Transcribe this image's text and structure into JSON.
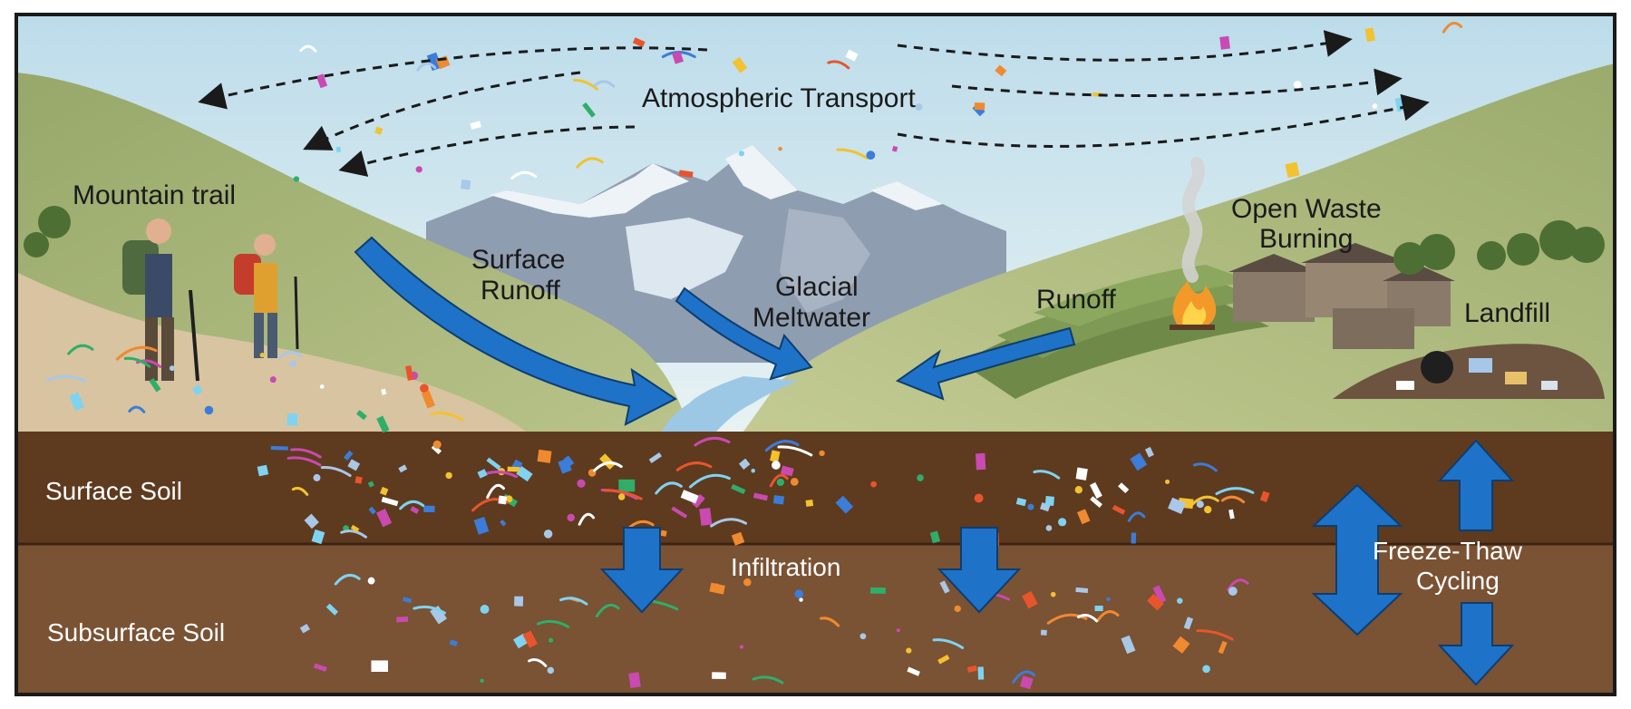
{
  "diagram": {
    "labels": {
      "atmospheric_transport": "Atmospheric Transport",
      "mountain_trail": "Mountain trail",
      "surface_runoff_1": "Surface",
      "surface_runoff_2": "Runoff",
      "glacial_meltwater_1": "Glacial",
      "glacial_meltwater_2": "Meltwater",
      "runoff": "Runoff",
      "open_waste_burning_1": "Open Waste",
      "open_waste_burning_2": "Burning",
      "landfill": "Landfill",
      "surface_soil": "Surface Soil",
      "subsurface_soil": "Subsurface Soil",
      "infiltration": "Infiltration",
      "freeze_thaw_1": "Freeze-Thaw",
      "freeze_thaw_2": "Cycling"
    },
    "colors": {
      "sky": "#cfe6f0",
      "arrow_blue": "#1e73c8",
      "surface_soil": "#5e3a1f",
      "subsurface_soil": "#7a5234",
      "hill_green": "#a9b878",
      "snow": "#eef3f8",
      "mountain": "#8f9db0",
      "border": "#1a1a1a"
    }
  }
}
